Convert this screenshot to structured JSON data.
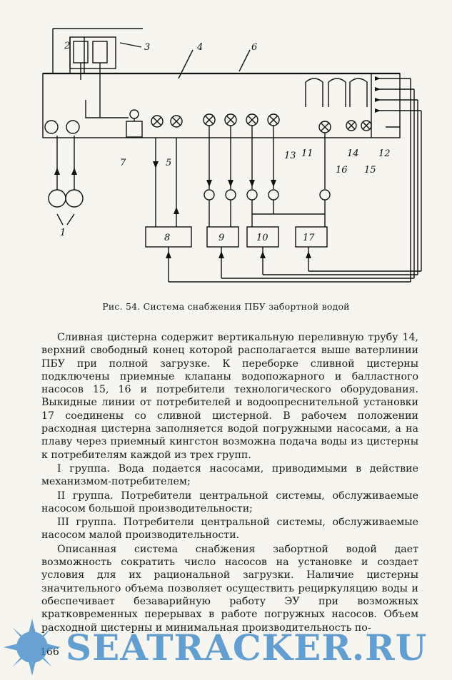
{
  "diagram": {
    "labels": {
      "n1": "1",
      "n2": "2",
      "n3": "3",
      "n4": "4",
      "n5": "5",
      "n6": "6",
      "n7": "7",
      "n8": "8",
      "n9": "9",
      "n10": "10",
      "n11": "11",
      "n12": "12",
      "n13": "13",
      "n14": "14",
      "n15": "15",
      "n16": "16",
      "n17": "17"
    }
  },
  "caption": "Рис. 54. Система снабжения ПБУ забортной водой",
  "paragraphs": [
    "Сливная цистерна содержит вертикальную переливную трубу 14, верхний свободный конец которой располагается выше ватерлинии ПБУ при полной загрузке. К переборке сливной цистерны подключены приемные клапаны водопожарного и балластного насосов 15, 16 и потребители технологического оборудования. Выкидные линии от потребителей и водоопреснительной установки 17 соединены со сливной цистерной. В рабочем положении расходная цистерна заполняется водой погружными насосами, а на плаву через приемный кингстон возможна подача воды из цистерны к потребителям каждой из трех групп.",
    "I группа. Вода подается насосами, приводимыми в действие механизмом-потребителем;",
    "II группа. Потребители центральной системы, обслуживаемые насосом большой производительности;",
    "III группа. Потребители центральной системы, обслуживаемые насосом малой производительности.",
    "Описанная система снабжения забортной водой дает возможность сократить число насосов на установке и создает условия для их рациональной загрузки. Наличие цистерны значительного объема позволяет осуществить рециркуляцию воды и обеспечивает безаварийную работу ЭУ при возможных кратковременных перерывах в работе погружных насосов. Объем расходной цистерны и минимальная производительность по-"
  ],
  "page_number": "166",
  "watermark": "SEATRACKER.RU"
}
